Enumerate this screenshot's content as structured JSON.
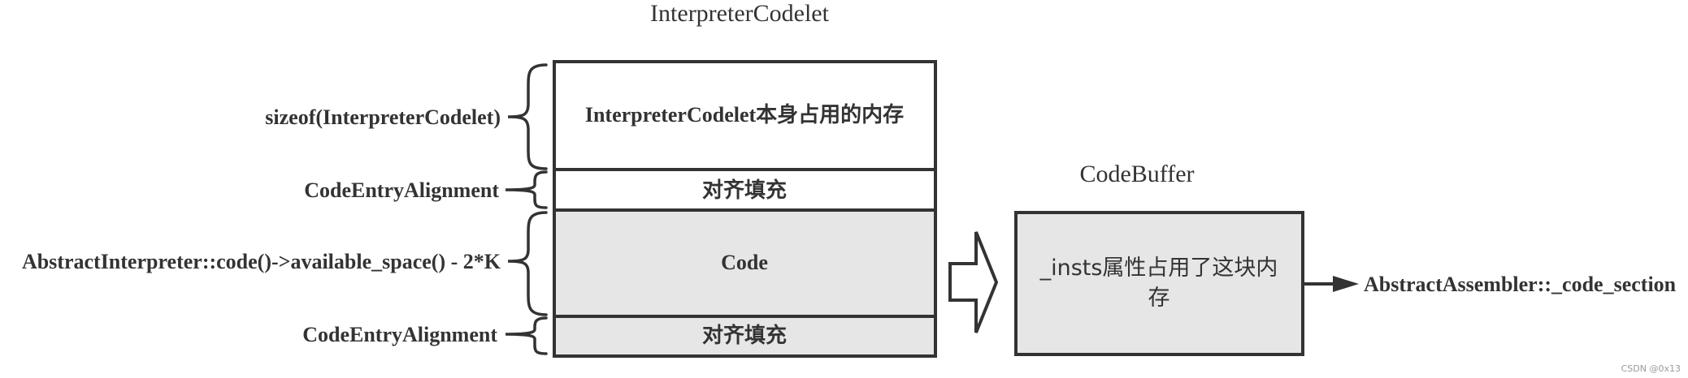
{
  "titles": {
    "interpreter_codelet": "InterpreterCodelet",
    "code_buffer": "CodeBuffer"
  },
  "stack": {
    "header_label": "InterpreterCodelet本身占用的内存",
    "padding1_label": "对齐填充",
    "code_label": "Code",
    "padding2_label": "对齐填充"
  },
  "annotations": {
    "sizeof": "sizeof(InterpreterCodelet)",
    "align1": "CodeEntryAlignment",
    "available": "AbstractInterpreter::code()->available_space() - 2*K",
    "align2": "CodeEntryAlignment"
  },
  "code_buffer": {
    "line1": "_insts属性占用了这块内",
    "line2": "存"
  },
  "target_label": "AbstractAssembler::_code_section",
  "watermark": "CSDN @0x13",
  "colors": {
    "stroke": "#333333",
    "fill_gray": "#e6e6e6",
    "fill_white": "#ffffff"
  }
}
